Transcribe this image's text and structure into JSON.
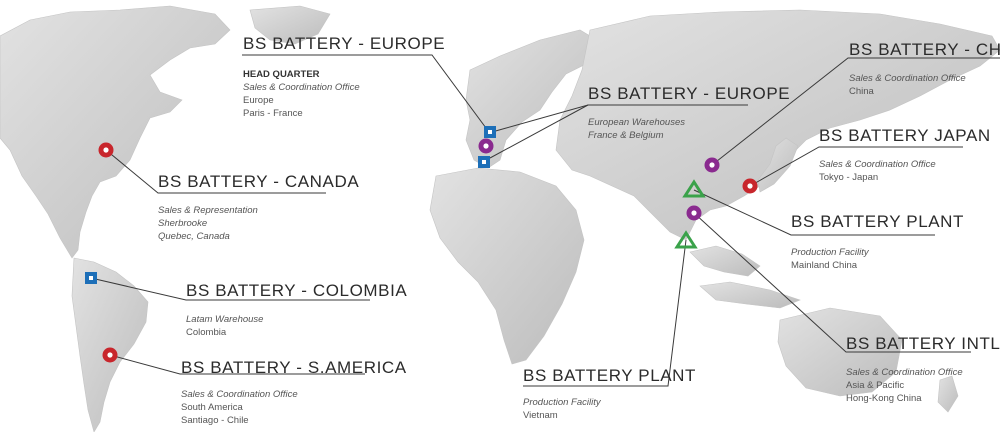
{
  "locations": {
    "europe_hq": {
      "title": "BS BATTERY - EUROPE",
      "heading": "HEAD QUARTER",
      "role": "Sales & Coordination Office",
      "line1": "Europe",
      "line2": "Paris - France"
    },
    "europe_wh": {
      "title": "BS BATTERY - EUROPE",
      "role": "European Warehouses",
      "role2": "France & Belgium"
    },
    "china": {
      "title": "BS BATTERY - CHINA",
      "role": "Sales & Coordination Office",
      "line1": "China"
    },
    "japan": {
      "title": "BS BATTERY JAPAN",
      "role": "Sales & Coordination Office",
      "line1": "Tokyo - Japan"
    },
    "canada": {
      "title": "BS BATTERY - CANADA",
      "role": "Sales & Representation",
      "role2": "Sherbrooke",
      "role3": "Quebec, Canada"
    },
    "plant_china": {
      "title": "BS BATTERY PLANT",
      "role": "Production Facility",
      "line1": "Mainland China"
    },
    "colombia": {
      "title": "BS BATTERY - COLOMBIA",
      "role": "Latam Warehouse",
      "role2": "Colombia"
    },
    "intl": {
      "title": "BS BATTERY INTL",
      "role": "Sales & Coordination Office",
      "line1": "Asia & Pacific",
      "line2": "Hong-Kong China"
    },
    "samerica": {
      "title": "BS BATTERY - S.AMERICA",
      "role": "Sales & Coordination Office",
      "line1": "South America",
      "line2": "Santiago - Chile"
    },
    "plant_vietnam": {
      "title": "BS BATTERY PLANT",
      "role": "Production Facility",
      "line1": "Vietnam"
    }
  },
  "colors": {
    "circle_red": "#c8262c",
    "circle_purple": "#8a2a8f",
    "square_blue": "#1d6fb8",
    "triangle_green": "#3aa24a",
    "land": "#d4d4d4",
    "leader": "#3a3a3a"
  }
}
